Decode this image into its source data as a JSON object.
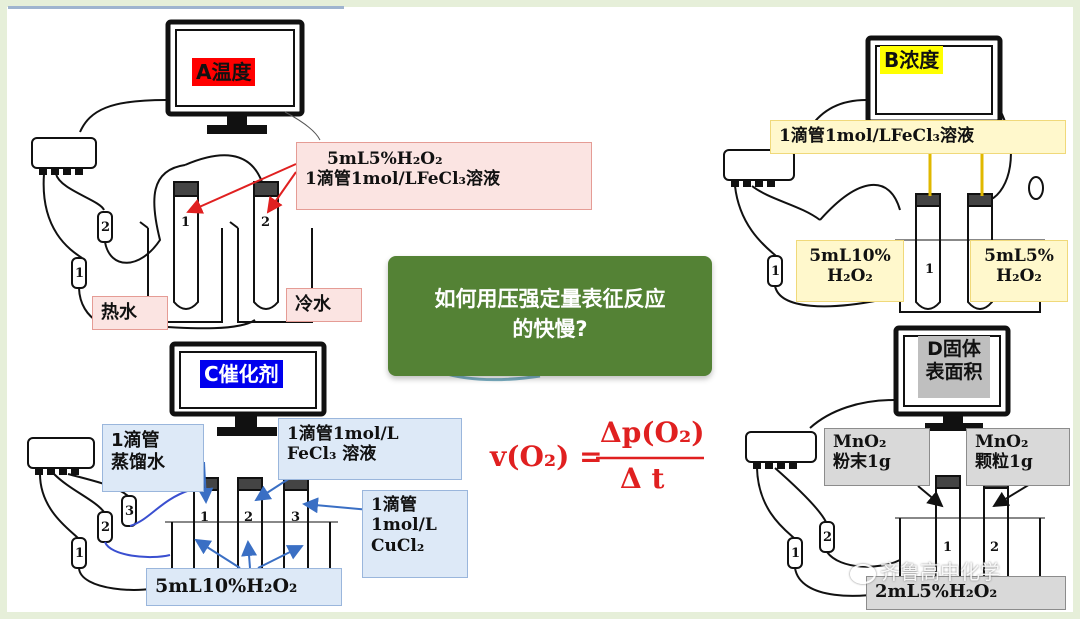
{
  "panels": {
    "a": {
      "title": "A温度",
      "title_bg": "#ff0000",
      "label_line1": "5mL5%H₂O₂",
      "label_line2": "1滴管1mol/LFeCl₃溶液",
      "hot": "热水",
      "cold": "冷水",
      "tubes": [
        "1",
        "2"
      ],
      "sensors": [
        "1",
        "2"
      ]
    },
    "b": {
      "title": "B浓度",
      "title_bg": "#ffff00",
      "top_label": "1滴管1mol/LFeCl₃溶液",
      "left_line1": "5mL10%",
      "left_line2": "H₂O₂",
      "right_line1": "5mL5%",
      "right_line2": "H₂O₂",
      "tube": "1",
      "sensor": "1"
    },
    "c": {
      "title": "C催化剂",
      "title_bg": "#0000ee",
      "water_line1": "1滴管",
      "water_line2": "蒸馏水",
      "fecl3_line1": "1滴管1mol/L",
      "fecl3_line2": "FeCl₃ 溶液",
      "cucl2_line1": "1滴管",
      "cucl2_line2": "1mol/L",
      "cucl2_line3": "CuCl₂",
      "bottom": "5mL10%H₂O₂",
      "tubes": [
        "1",
        "2",
        "3"
      ],
      "sensors": [
        "1",
        "2",
        "3"
      ]
    },
    "d": {
      "title_line1": "D固体",
      "title_line2": "表面积",
      "title_bg": "#bfbfbf",
      "powder_line1": "MnO₂",
      "powder_line2": "粉末1g",
      "granule_line1": "MnO₂",
      "granule_line2": "颗粒1g",
      "bottom": "2mL5%H₂O₂",
      "tubes": [
        "1",
        "2"
      ],
      "sensors": [
        "1",
        "2"
      ]
    }
  },
  "center": {
    "question_line1": "如何用压强定量表征反应",
    "question_line2": "的快慢?",
    "box_color": "#548235",
    "formula_lhs": "v(O₂) =",
    "formula_num": "Δp(O₂)",
    "formula_den": "Δ t",
    "formula_color": "#e02020"
  },
  "watermark": "齐鲁高中化学"
}
